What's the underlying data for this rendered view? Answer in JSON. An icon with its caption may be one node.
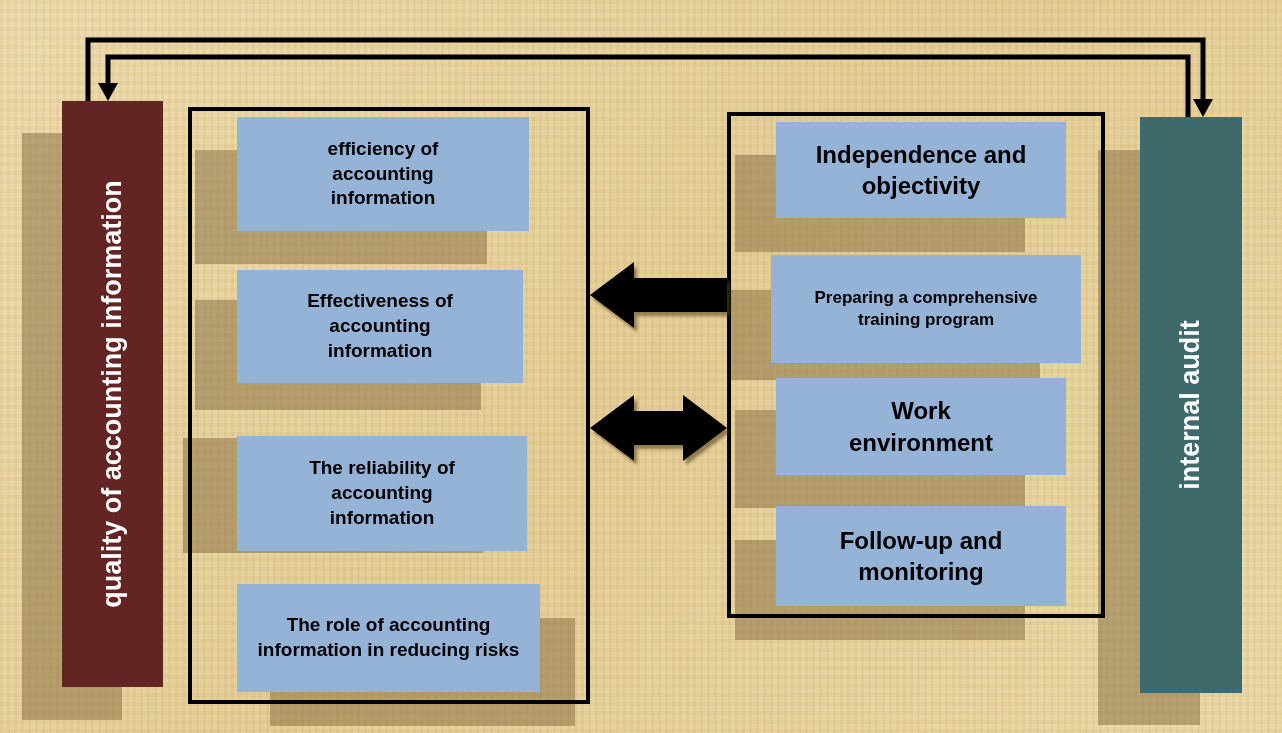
{
  "diagram": {
    "nodes": [
      {
        "text": [
          "quality of accounting information"
        ]
      },
      {
        "text": [],
        "shape": "box"
      },
      {
        "text": [
          "efficiency of accounting information"
        ],
        "in": 1
      },
      {
        "text": [
          "Effectiveness of accounting information"
        ],
        "in": 1
      },
      {
        "text": [
          "The reliability of accounting information"
        ],
        "in": 1
      },
      {
        "text": [
          "The role of accounting information in reducing risks"
        ],
        "in": 1
      },
      {
        "text": [],
        "shape": "box"
      },
      {
        "text": [
          "Independence and objectivity"
        ],
        "in": 6
      },
      {
        "text": [
          "Preparing a comprehensive training program"
        ],
        "in": 6
      },
      {
        "text": [
          "Work environment"
        ],
        "in": 6
      },
      {
        "text": [
          "Follow-up and monitoring"
        ],
        "in": 6
      },
      {
        "text": [
          "internal audit"
        ]
      }
    ],
    "edges": [
      {
        "from": 0,
        "to": 11,
        "arrow": "to"
      },
      {
        "from": 11,
        "to": 0,
        "arrow": "to"
      },
      {
        "from": 6,
        "to": 1,
        "arrow": "to",
        "style": "thick"
      },
      {
        "from": 1,
        "to": 6,
        "arrow": "both",
        "style": "thick"
      }
    ]
  }
}
